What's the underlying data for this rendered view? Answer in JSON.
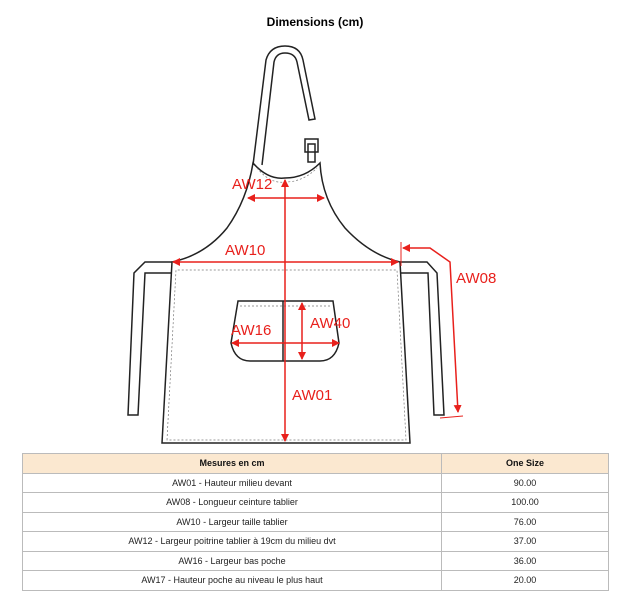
{
  "title": "Dimensions (cm)",
  "diagram_labels": {
    "aw12": "AW12",
    "aw10": "AW10",
    "aw08": "AW08",
    "aw16": "AW16",
    "aw40": "AW40",
    "aw01": "AW01"
  },
  "colors": {
    "accent": "#e8201c",
    "header_bg": "#fbe8d0"
  },
  "table": {
    "headers": [
      "Mesures en cm",
      "One Size"
    ],
    "rows": [
      [
        "AW01 - Hauteur milieu devant",
        "90.00"
      ],
      [
        "AW08 - Longueur ceinture tablier",
        "100.00"
      ],
      [
        "AW10 - Largeur taille tablier",
        "76.00"
      ],
      [
        "AW12 - Largeur poitrine tablier à 19cm du milieu dvt",
        "37.00"
      ],
      [
        "AW16 - Largeur bas poche",
        "36.00"
      ],
      [
        "AW17 - Hauteur poche au niveau le plus haut",
        "20.00"
      ]
    ]
  }
}
